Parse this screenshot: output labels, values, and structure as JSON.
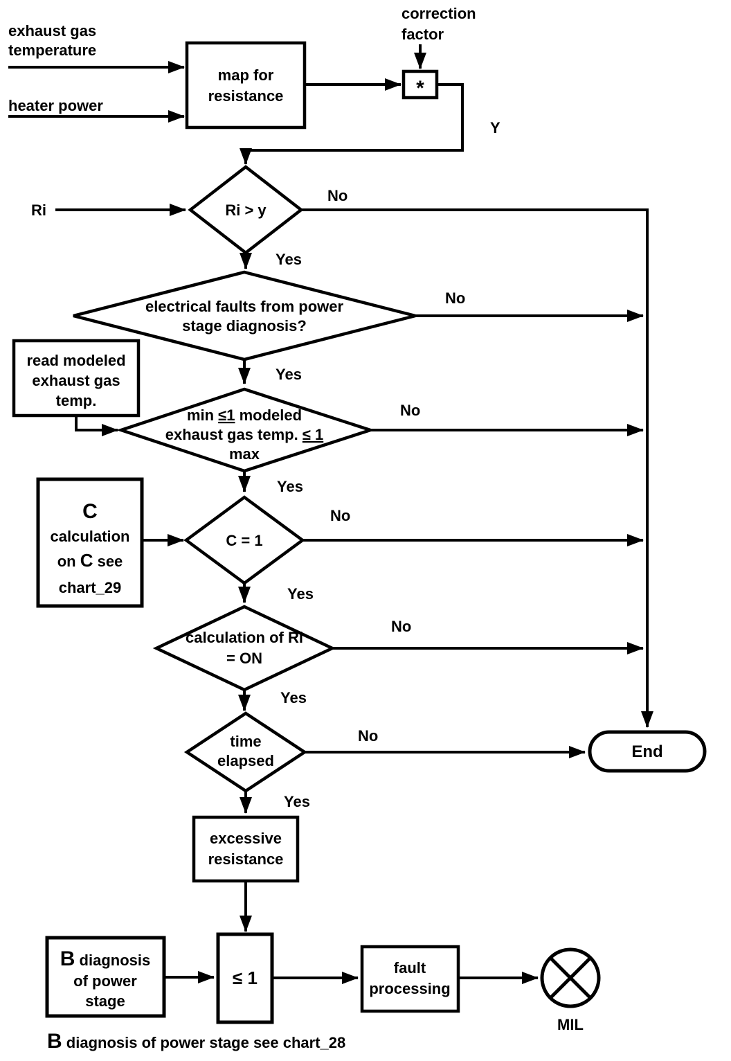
{
  "diagram": {
    "colors": {
      "stroke": "#000000",
      "background": "#ffffff"
    },
    "inputs": {
      "exhaust_line1": "exhaust gas",
      "exhaust_line2": "temperature",
      "heater": "heater power",
      "correction_line1": "correction",
      "correction_line2": "factor",
      "ri": "Ri"
    },
    "nodes": {
      "map_box": {
        "line1": "map for",
        "line2": "resistance"
      },
      "multiply_box": {
        "label": "*"
      },
      "read_temp_box": {
        "line1": "read modeled",
        "line2": "exhaust gas",
        "line3": "temp."
      },
      "c_box": {
        "line1": "C",
        "line2": "calculation",
        "line3_pre": "on ",
        "line3_c": "C",
        "line3_post": " see",
        "line4": "chart_29"
      },
      "excessive_box": {
        "line1": "excessive",
        "line2": "resistance"
      },
      "b_box": {
        "b": "B",
        "line1_rest": " diagnosis",
        "line2": "of power",
        "line3": "stage"
      },
      "le1_box": {
        "label": "≤ 1"
      },
      "fault_box": {
        "line1": "fault",
        "line2": "processing"
      },
      "end_node": {
        "label": "End"
      },
      "mil": {
        "label": "MIL"
      }
    },
    "decisions": {
      "d1": {
        "label": "Ri > y"
      },
      "d2": {
        "line1": "electrical faults from power",
        "line2": "stage diagnosis?"
      },
      "d3": {
        "line1_pre": "min ",
        "line1_le": "≤1",
        "line1_post": " modeled",
        "line2_pre": "exhaust gas temp. ",
        "line2_le": "≤ 1",
        "line3": "max"
      },
      "d4": {
        "label": "C = 1"
      },
      "d5": {
        "line1": "calculation of Ri",
        "line2": "= ON"
      },
      "d6": {
        "line1": "time",
        "line2": "elapsed"
      }
    },
    "edge_labels": {
      "y": "Y",
      "d1_no": "No",
      "d1_yes": "Yes",
      "d2_no": "No",
      "d2_yes": "Yes",
      "d3_no": "No",
      "d3_yes": "Yes",
      "d4_no": "No",
      "d4_yes": "Yes",
      "d5_no": "No",
      "d5_yes": "Yes",
      "d6_no": "No",
      "d6_yes": "Yes"
    },
    "footnote": {
      "b": "B",
      "rest": " diagnosis of power stage see chart_28"
    }
  }
}
